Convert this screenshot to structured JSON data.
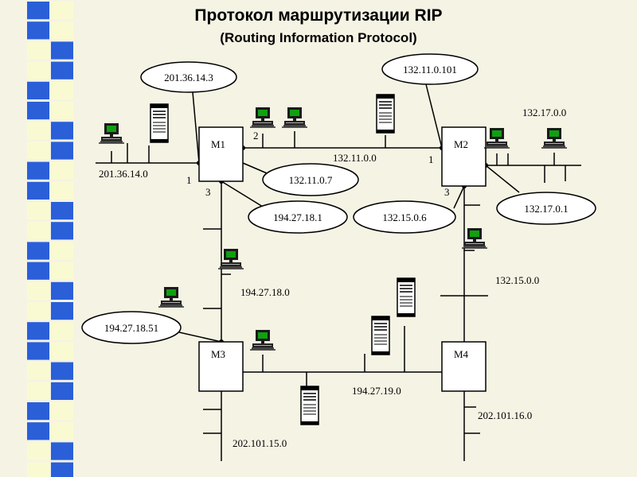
{
  "title": "Протокол маршрутизации RIP",
  "subtitle": "(Routing Information Protocol)",
  "routers": {
    "m1": "M1",
    "m2": "M2",
    "m3": "M3",
    "m4": "M4"
  },
  "networks": {
    "n201_36_14": "201.36.14.0",
    "n132_11": "132.11.0.0",
    "n132_17": "132.17.0.0",
    "n194_27_18": "194.27.18.0",
    "n132_15": "132.15.0.0",
    "n194_27_19": "194.27.19.0",
    "n202_101_15": "202.101.15.0",
    "n202_101_16": "202.101.16.0"
  },
  "addresses": {
    "a201_36_14_3": "201.36.14.3",
    "a132_11_0_101": "132.11.0.101",
    "a132_11_0_7": "132.11.0.7",
    "a194_27_18_1": "194.27.18.1",
    "a132_15_0_6": "132.15.0.6",
    "a132_17_0_1": "132.17.0.1",
    "a194_27_18_51": "194.27.18.51"
  },
  "ports": {
    "m1_p1": "1",
    "m1_p2": "2",
    "m1_p3": "3",
    "m2_p1": "1",
    "m2_p3": "3"
  },
  "colors": {
    "strip_squares": [
      "#2a5fd8",
      "#5ec8e8",
      "#fafad2",
      "#16305e"
    ],
    "monitor_screen": "#10a010"
  }
}
